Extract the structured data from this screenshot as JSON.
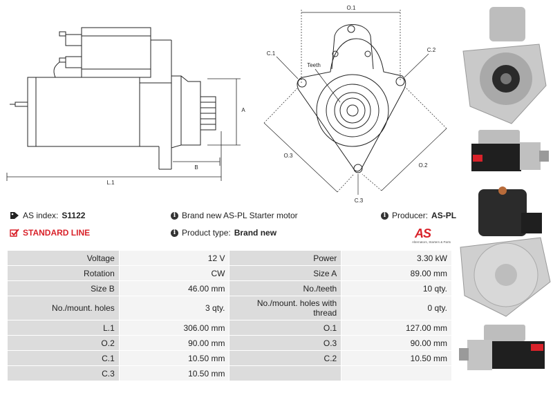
{
  "drawing": {
    "side_labels": {
      "a": "A",
      "b": "B",
      "l1": "L.1"
    },
    "front_labels": {
      "o1": "O.1",
      "o2": "O.2",
      "o3": "O.3",
      "c1": "C.1",
      "c2": "C.2",
      "c3": "C.3",
      "teeth": "Teeth"
    }
  },
  "info": {
    "as_index_label": "AS index:",
    "as_index_value": "S1122",
    "standard_line": "STANDARD LINE",
    "description": "Brand new AS-PL Starter motor",
    "product_type_label": "Product type:",
    "product_type_value": "Brand new",
    "producer_label": "Producer:",
    "producer_value": "AS-PL",
    "logo_mark": "AS",
    "logo_tagline": "Alternators, Starters & Parts"
  },
  "specs": [
    {
      "l1": "Voltage",
      "v1": "12 V",
      "l2": "Power",
      "v2": "3.30 kW"
    },
    {
      "l1": "Rotation",
      "v1": "CW",
      "l2": "Size A",
      "v2": "89.00 mm"
    },
    {
      "l1": "Size B",
      "v1": "46.00 mm",
      "l2": "No./teeth",
      "v2": "10 qty."
    },
    {
      "l1": "No./mount. holes",
      "v1": "3 qty.",
      "l2": "No./mount. holes with thread",
      "v2": "0 qty."
    },
    {
      "l1": "L.1",
      "v1": "306.00 mm",
      "l2": "O.1",
      "v2": "127.00 mm"
    },
    {
      "l1": "O.2",
      "v1": "90.00 mm",
      "l2": "O.3",
      "v2": "90.00 mm"
    },
    {
      "l1": "C.1",
      "v1": "10.50 mm",
      "l2": "C.2",
      "v2": "10.50 mm"
    },
    {
      "l1": "C.3",
      "v1": "10.50 mm",
      "l2": "",
      "v2": ""
    }
  ],
  "colors": {
    "accent": "#d9222a",
    "label_cell": "#dcdcdc",
    "value_cell": "#f4f4f4"
  }
}
